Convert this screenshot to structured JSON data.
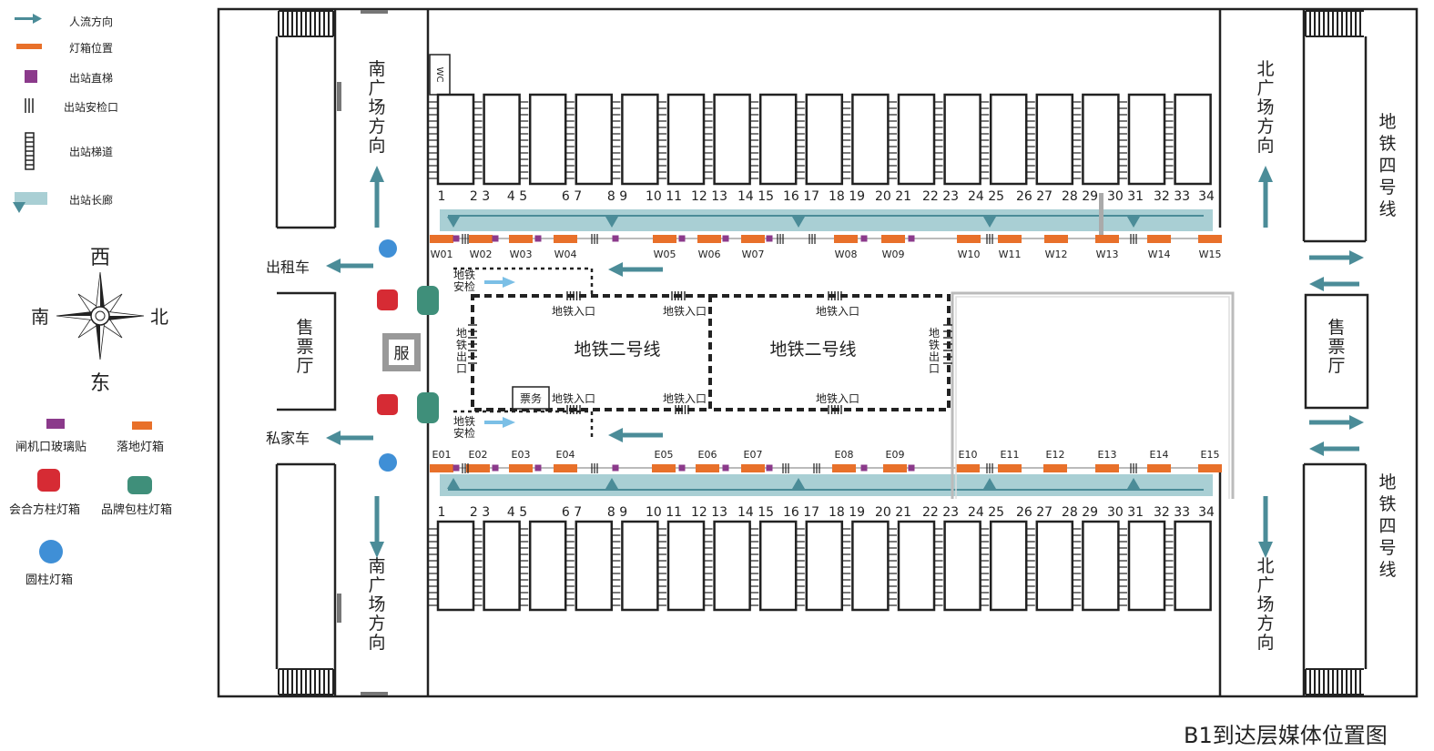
{
  "legend": {
    "flow": "人流方向",
    "lightbox": "灯箱位置",
    "elevator": "出站直梯",
    "security_exit": "出站安检口",
    "stairs": "出站梯道",
    "corridor": "出站长廊",
    "gate_glass": "闸机口玻璃贴",
    "floor_box": "落地灯箱",
    "square_pillar": "会合方柱灯箱",
    "wrapped_pillar": "品牌包柱灯箱",
    "round_pillar": "圆柱灯箱"
  },
  "compass": {
    "north": "北",
    "south": "南",
    "east": "东",
    "west": "西"
  },
  "labels": {
    "south_square": "南广场方向",
    "north_square": "北广场方向",
    "metro4": "地铁四号线",
    "ticket_hall": "售票厅",
    "taxi": "出租车",
    "private_car": "私家车",
    "service": "服",
    "wc": "WC",
    "metro2": "地铁二号线",
    "metro_entry": "地铁入口",
    "metro_exit": "地铁出口",
    "metro_security": "地铁安检",
    "ticketing": "票务"
  },
  "platforms": [
    "1",
    "2 3",
    "4 5",
    "6 7",
    "8 9",
    "10 11",
    "12 13",
    "14 15",
    "16 17",
    "18 19",
    "20 21",
    "22 23",
    "24 25",
    "26 27",
    "28 29",
    "30 31",
    "32 33",
    "34"
  ],
  "w_boxes": [
    "W01",
    "W02",
    "W03",
    "W04",
    "W05",
    "W06",
    "W07",
    "W08",
    "W09",
    "W10",
    "W11",
    "W12",
    "W13",
    "W14",
    "W15"
  ],
  "e_boxes": [
    "E01",
    "E02",
    "E03",
    "E04",
    "E05",
    "E06",
    "E07",
    "E08",
    "E09",
    "E10",
    "E11",
    "E12",
    "E13",
    "E14",
    "E15"
  ],
  "caption": "B1到达层媒体位置图",
  "colors": {
    "orange": "#e8702a",
    "purple": "#8b3a8b",
    "red": "#d62b34",
    "green": "#3f8f7a",
    "blue": "#3f8fd6",
    "teal": "#4b8c98",
    "corridor": "#a9cfd4",
    "lightblue": "#7bbfe6"
  }
}
